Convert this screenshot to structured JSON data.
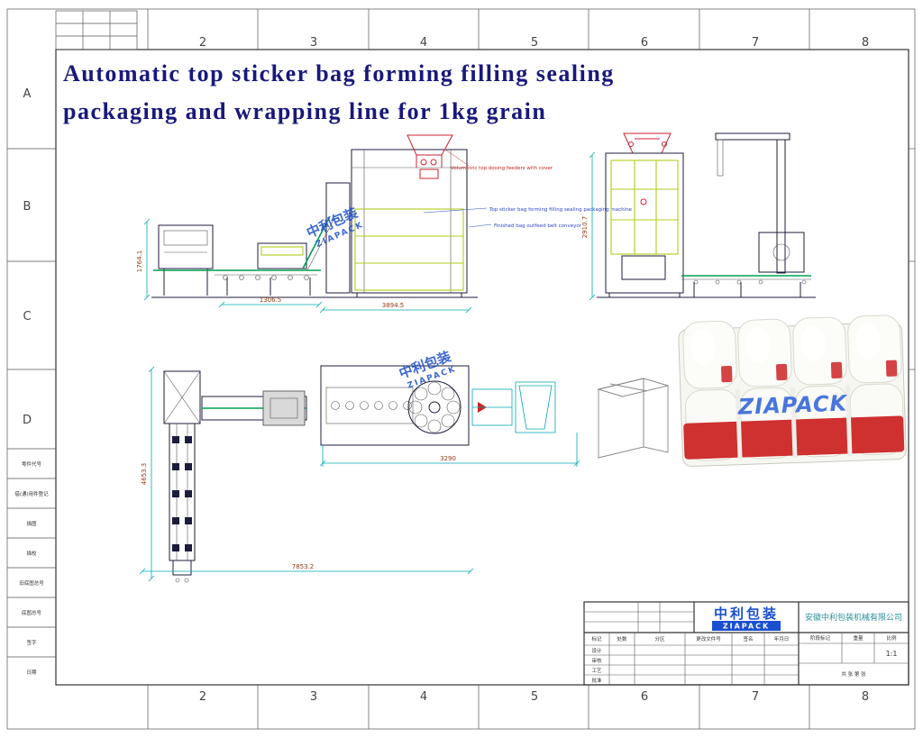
{
  "sheet": {
    "title_line1": "Automatic top sticker bag forming filling sealing",
    "title_line2": "packaging and wrapping line for 1kg grain",
    "grid_top": [
      "2",
      "3",
      "4",
      "5",
      "6",
      "7",
      "8"
    ],
    "grid_bottom": [
      "2",
      "3",
      "4",
      "5",
      "6",
      "7",
      "8"
    ],
    "grid_side": [
      "A",
      "B",
      "C",
      "D"
    ],
    "margin_rows": [
      "零件代号",
      "借(通)用件登记",
      "描图",
      "描校",
      "旧底图总号",
      "底图总号",
      "签字",
      "日期"
    ]
  },
  "views": {
    "side_view": {
      "dim_height": "1764.1",
      "dim_infeed": "1306.5",
      "dim_length": "3894.5"
    },
    "front_view": {
      "dim_height": "2910.7"
    },
    "plan_view": {
      "dim_width": "4653.3",
      "dim_wrapper": "3290",
      "dim_total": "7853.2"
    },
    "notes": {
      "dosing": "Volumetric top dosing feeders with cover",
      "machine": "Top sticker bag forming filling sealing packaging machine",
      "outfeed": "Finished bag outfeed belt conveyor"
    }
  },
  "watermark": {
    "cn": "中利包装",
    "en": "ZIAPACK"
  },
  "product_brand": "ZIAPACK",
  "title_block": {
    "brand_cn": "中利包装",
    "brand_en": "ZIAPACK",
    "company": "安徽中利包装机械有限公司",
    "rev_headers": [
      "标记",
      "处数",
      "分区",
      "更改文件号",
      "签名",
      "年月日"
    ],
    "sign_rows": [
      "设计",
      "审核",
      "工艺",
      "批准"
    ],
    "stage_label": "阶段标记",
    "weight_label": "重量",
    "scale_label": "比例",
    "scale_value": "1:1",
    "sheet_label": "共 张 第 张"
  },
  "colors": {
    "title_text": "#18187d",
    "brand_blue": "#1a4fd0",
    "dim_text": "#943a12",
    "dim_line": "#00aab4",
    "machine_green": "#00a050",
    "frame_yellow": "#b3cc1a",
    "detail_red": "#cc2233",
    "product_red": "#cf3030"
  }
}
